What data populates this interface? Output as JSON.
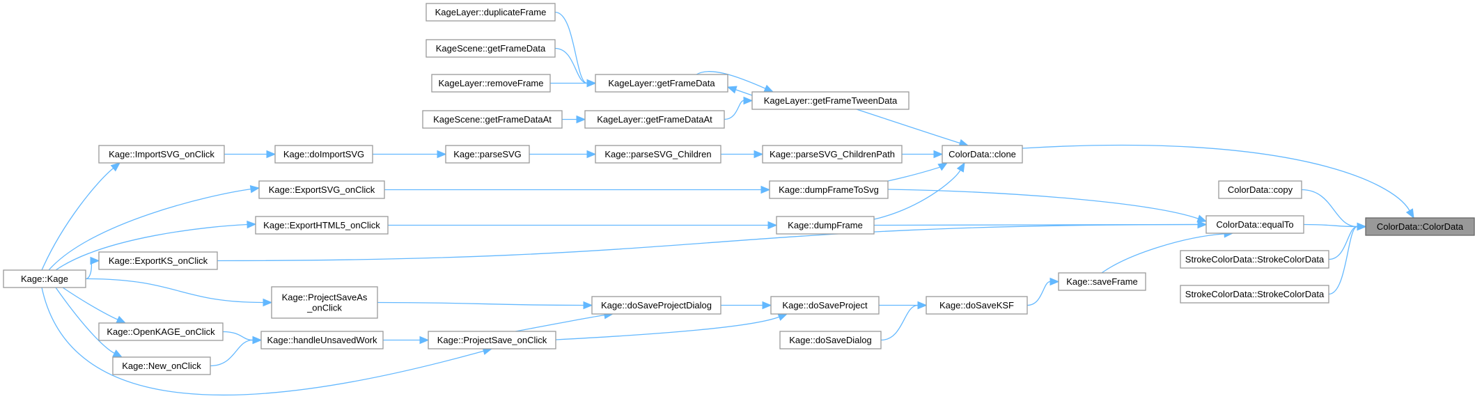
{
  "graph": {
    "nodes": [
      {
        "id": "colordata_colordata",
        "label": "ColorData::ColorData",
        "root": true
      },
      {
        "id": "colordata_copy",
        "label": "ColorData::copy"
      },
      {
        "id": "colordata_equalto",
        "label": "ColorData::equalTo"
      },
      {
        "id": "strokecolordata_1",
        "label": "StrokeColorData::StrokeColorData"
      },
      {
        "id": "strokecolordata_2",
        "label": "StrokeColorData::StrokeColorData"
      },
      {
        "id": "colordata_clone",
        "label": "ColorData::clone"
      },
      {
        "id": "kage_saveframe",
        "label": "Kage::saveFrame"
      },
      {
        "id": "kage_dosaveksf",
        "label": "Kage::doSaveKSF"
      },
      {
        "id": "kage_dosaveproject",
        "label": "Kage::doSaveProject"
      },
      {
        "id": "kage_dosavedialog",
        "label": "Kage::doSaveDialog"
      },
      {
        "id": "kage_dosaveprojectdialog",
        "label": "Kage::doSaveProjectDialog"
      },
      {
        "id": "kage_projectsave_onclick",
        "label": "Kage::ProjectSave_onClick"
      },
      {
        "id": "kage_projectsaveas_onclick",
        "label": "Kage::ProjectSaveAs\n_onClick"
      },
      {
        "id": "kage_handleunsavedwork",
        "label": "Kage::handleUnsavedWork"
      },
      {
        "id": "kage_openkage_onclick",
        "label": "Kage::OpenKAGE_onClick"
      },
      {
        "id": "kage_new_onclick",
        "label": "Kage::New_onClick"
      },
      {
        "id": "kage_kage",
        "label": "Kage::Kage"
      },
      {
        "id": "kage_dumpframe",
        "label": "Kage::dumpFrame"
      },
      {
        "id": "kage_dumpframetosvg",
        "label": "Kage::dumpFrameToSvg"
      },
      {
        "id": "kage_exporthtml5_onclick",
        "label": "Kage::ExportHTML5_onClick"
      },
      {
        "id": "kage_exportsvg_onclick",
        "label": "Kage::ExportSVG_onClick"
      },
      {
        "id": "kage_exportks_onclick",
        "label": "Kage::ExportKS_onClick"
      },
      {
        "id": "kagelayer_getframetweendata",
        "label": "KageLayer::getFrameTweenData"
      },
      {
        "id": "kagelayer_getframedata",
        "label": "KageLayer::getFrameData"
      },
      {
        "id": "kagelayer_getframedataat",
        "label": "KageLayer::getFrameDataAt"
      },
      {
        "id": "kagelayer_duplicateframe",
        "label": "KageLayer::duplicateFrame"
      },
      {
        "id": "kagescene_getframedata",
        "label": "KageScene::getFrameData"
      },
      {
        "id": "kagelayer_removeframe",
        "label": "KageLayer::removeFrame"
      },
      {
        "id": "kagescene_getframedataat",
        "label": "KageScene::getFrameDataAt"
      },
      {
        "id": "kage_parsesvg_childrenpath",
        "label": "Kage::parseSVG_ChildrenPath"
      },
      {
        "id": "kage_parsesvg_children",
        "label": "Kage::parseSVG_Children"
      },
      {
        "id": "kage_parsesvg",
        "label": "Kage::parseSVG"
      },
      {
        "id": "kage_doimportsvg",
        "label": "Kage::doImportSVG"
      },
      {
        "id": "kage_importsvg_onclick",
        "label": "Kage::ImportSVG_onClick"
      }
    ],
    "edges": [
      [
        "colordata_copy",
        "colordata_colordata"
      ],
      [
        "colordata_equalto",
        "colordata_colordata"
      ],
      [
        "strokecolordata_1",
        "colordata_colordata"
      ],
      [
        "strokecolordata_2",
        "colordata_colordata"
      ],
      [
        "colordata_clone",
        "colordata_colordata"
      ],
      [
        "kage_saveframe",
        "colordata_equalto"
      ],
      [
        "kage_dumpframe",
        "colordata_equalto"
      ],
      [
        "kage_dumpframetosvg",
        "colordata_equalto"
      ],
      [
        "kage_exportks_onclick",
        "colordata_equalto"
      ],
      [
        "kage_dosaveksf",
        "kage_saveframe"
      ],
      [
        "kage_dosaveproject",
        "kage_dosaveksf"
      ],
      [
        "kage_dosavedialog",
        "kage_dosaveksf"
      ],
      [
        "kage_dosaveprojectdialog",
        "kage_dosaveproject"
      ],
      [
        "kage_projectsave_onclick",
        "kage_dosaveproject"
      ],
      [
        "kage_projectsave_onclick",
        "kage_dosaveprojectdialog"
      ],
      [
        "kage_projectsaveas_onclick",
        "kage_dosaveprojectdialog"
      ],
      [
        "kage_handleunsavedwork",
        "kage_projectsave_onclick"
      ],
      [
        "kage_kage",
        "kage_projectsave_onclick"
      ],
      [
        "kage_openkage_onclick",
        "kage_handleunsavedwork"
      ],
      [
        "kage_new_onclick",
        "kage_handleunsavedwork"
      ],
      [
        "kage_kage",
        "kage_openkage_onclick"
      ],
      [
        "kage_kage",
        "kage_new_onclick"
      ],
      [
        "kage_kage",
        "kage_projectsaveas_onclick"
      ],
      [
        "kage_kage",
        "kage_exportks_onclick"
      ],
      [
        "kage_kage",
        "kage_exporthtml5_onclick"
      ],
      [
        "kage_kage",
        "kage_exportsvg_onclick"
      ],
      [
        "kage_kage",
        "kage_importsvg_onclick"
      ],
      [
        "kage_exporthtml5_onclick",
        "kage_dumpframe"
      ],
      [
        "kage_exportsvg_onclick",
        "kage_dumpframetosvg"
      ],
      [
        "kage_dumpframe",
        "colordata_clone"
      ],
      [
        "kage_dumpframetosvg",
        "colordata_clone"
      ],
      [
        "kagelayer_getframetweendata",
        "colordata_clone"
      ],
      [
        "kage_parsesvg_childrenpath",
        "colordata_clone"
      ],
      [
        "kagelayer_getframetweendata",
        "kagelayer_getframedata"
      ],
      [
        "kagelayer_getframedata",
        "kagelayer_getframetweendata"
      ],
      [
        "kagelayer_getframedataat",
        "kagelayer_getframetweendata"
      ],
      [
        "kagelayer_duplicateframe",
        "kagelayer_getframedata"
      ],
      [
        "kagescene_getframedata",
        "kagelayer_getframedata"
      ],
      [
        "kagelayer_removeframe",
        "kagelayer_getframedata"
      ],
      [
        "kagescene_getframedataat",
        "kagelayer_getframedataat"
      ],
      [
        "kage_parsesvg_children",
        "kage_parsesvg_childrenpath"
      ],
      [
        "kage_parsesvg",
        "kage_parsesvg_children"
      ],
      [
        "kage_doimportsvg",
        "kage_parsesvg"
      ],
      [
        "kage_importsvg_onclick",
        "kage_doimportsvg"
      ]
    ]
  }
}
